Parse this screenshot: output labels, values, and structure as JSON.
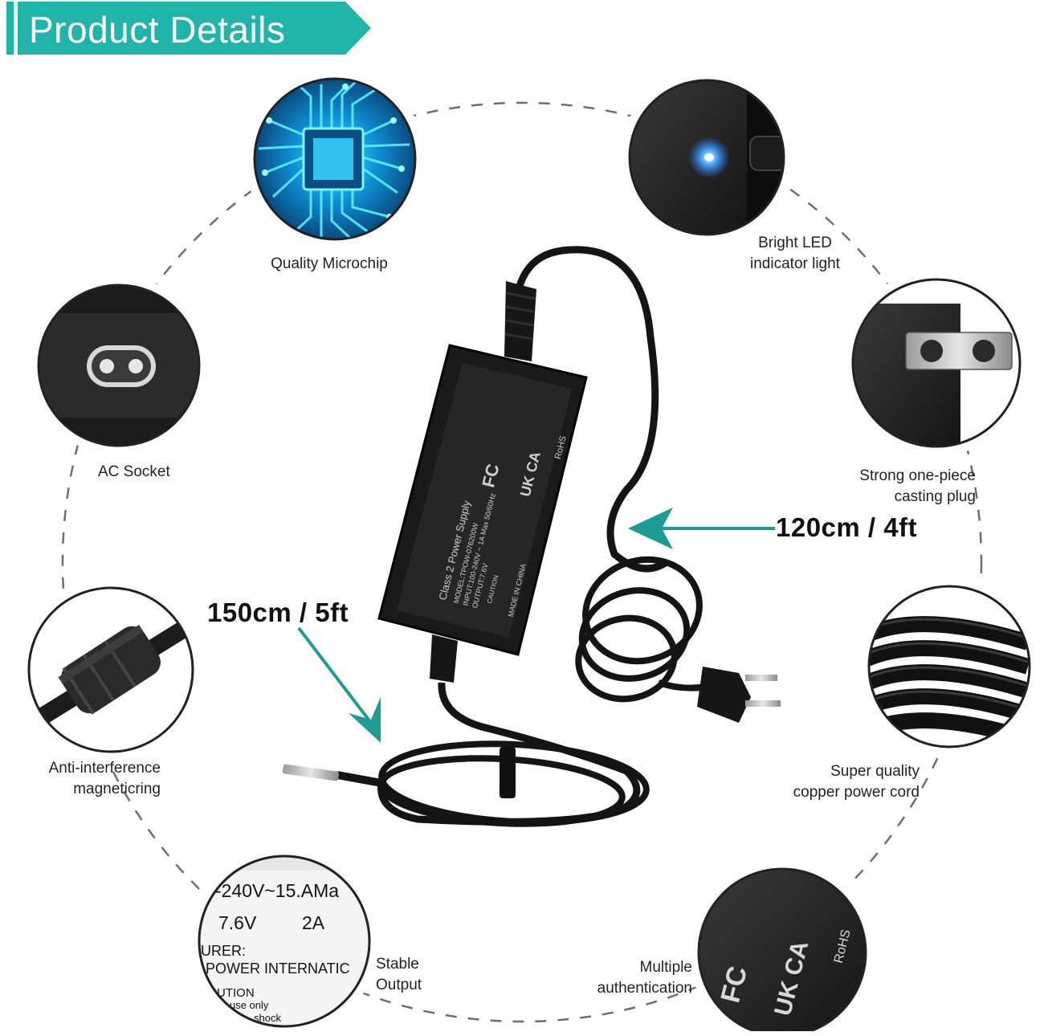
{
  "header": {
    "title": "Product Details"
  },
  "features": [
    {
      "id": "microchip",
      "line1": "Quality Microchip",
      "line2": ""
    },
    {
      "id": "led",
      "line1": "Bright LED",
      "line2": "indicator light"
    },
    {
      "id": "ac-socket",
      "line1": "AC Socket",
      "line2": ""
    },
    {
      "id": "plug",
      "line1": "Strong one-piece",
      "line2": "casting plug"
    },
    {
      "id": "magnetic-ring",
      "line1": "Anti-interference",
      "line2": "magneticring"
    },
    {
      "id": "copper-cord",
      "line1": "Super quality",
      "line2": "copper power cord"
    },
    {
      "id": "output",
      "line1": "Stable",
      "line2": "Output"
    },
    {
      "id": "authentication",
      "line1": "Multiple",
      "line2": "authentication"
    }
  ],
  "dimensions": {
    "ac_cord": "120cm / 4ft",
    "dc_cord": "150cm / 5ft"
  },
  "output_closeup": {
    "line1": "-240V~15.AMa",
    "line2": "7.6V",
    "line2b": "2A",
    "line3": "URER:",
    "line4": "POWER INTERNATIC",
    "line5": "UTION",
    "line6": "use only",
    "line7": "shock"
  },
  "adapter_label": {
    "line1": "Class 2 Power Supply",
    "line2": "MODEL:TPOW-076200W",
    "line3": "INPUT:100-240V ~ 1A Max 50/60Hz",
    "line4": "OUTPUT:7.6V",
    "line5": "CAUTION",
    "line6": "MADE IN CHINA",
    "cert1": "FC",
    "cert2": "UK CA",
    "cert3": "RoHS"
  },
  "colors": {
    "accent": "#1fb5a8",
    "arrow": "#1e9c93"
  }
}
